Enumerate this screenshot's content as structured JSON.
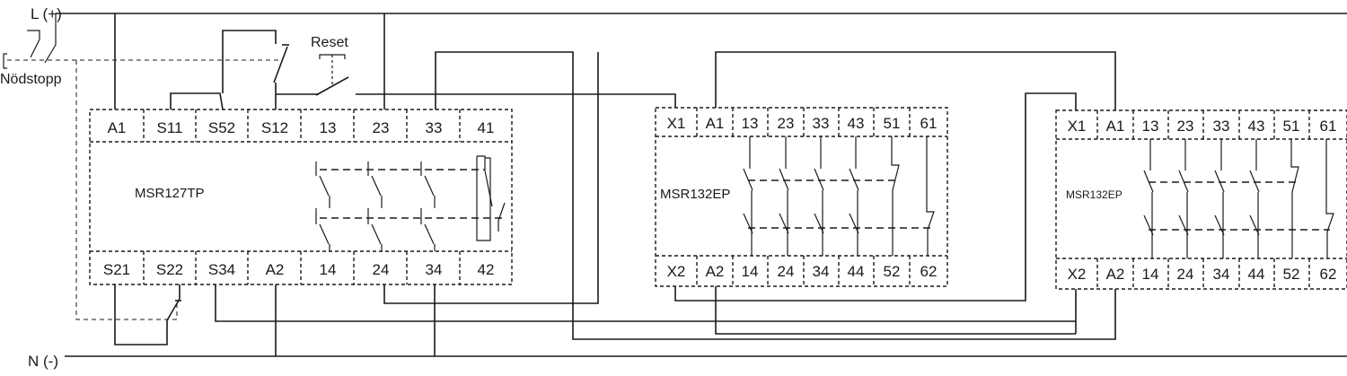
{
  "rails": {
    "top": "L (+)",
    "bottom": "N (-)"
  },
  "estop": {
    "label": "Nödstopp"
  },
  "reset": {
    "label": "Reset"
  },
  "modules": [
    {
      "name": "MSR127TP",
      "top_terminals": [
        "A1",
        "S11",
        "S52",
        "S12",
        "13",
        "23",
        "33",
        "41"
      ],
      "bottom_terminals": [
        "S21",
        "S22",
        "S34",
        "A2",
        "14",
        "24",
        "34",
        "42"
      ]
    },
    {
      "name": "MSR132EP",
      "top_terminals": [
        "X1",
        "A1",
        "13",
        "23",
        "33",
        "43",
        "51",
        "61"
      ],
      "bottom_terminals": [
        "X2",
        "A2",
        "14",
        "24",
        "34",
        "44",
        "52",
        "62"
      ]
    },
    {
      "name": "MSR132EP",
      "top_terminals": [
        "X1",
        "A1",
        "13",
        "23",
        "33",
        "43",
        "51",
        "61"
      ],
      "bottom_terminals": [
        "X2",
        "A2",
        "14",
        "24",
        "34",
        "44",
        "52",
        "62"
      ]
    }
  ]
}
